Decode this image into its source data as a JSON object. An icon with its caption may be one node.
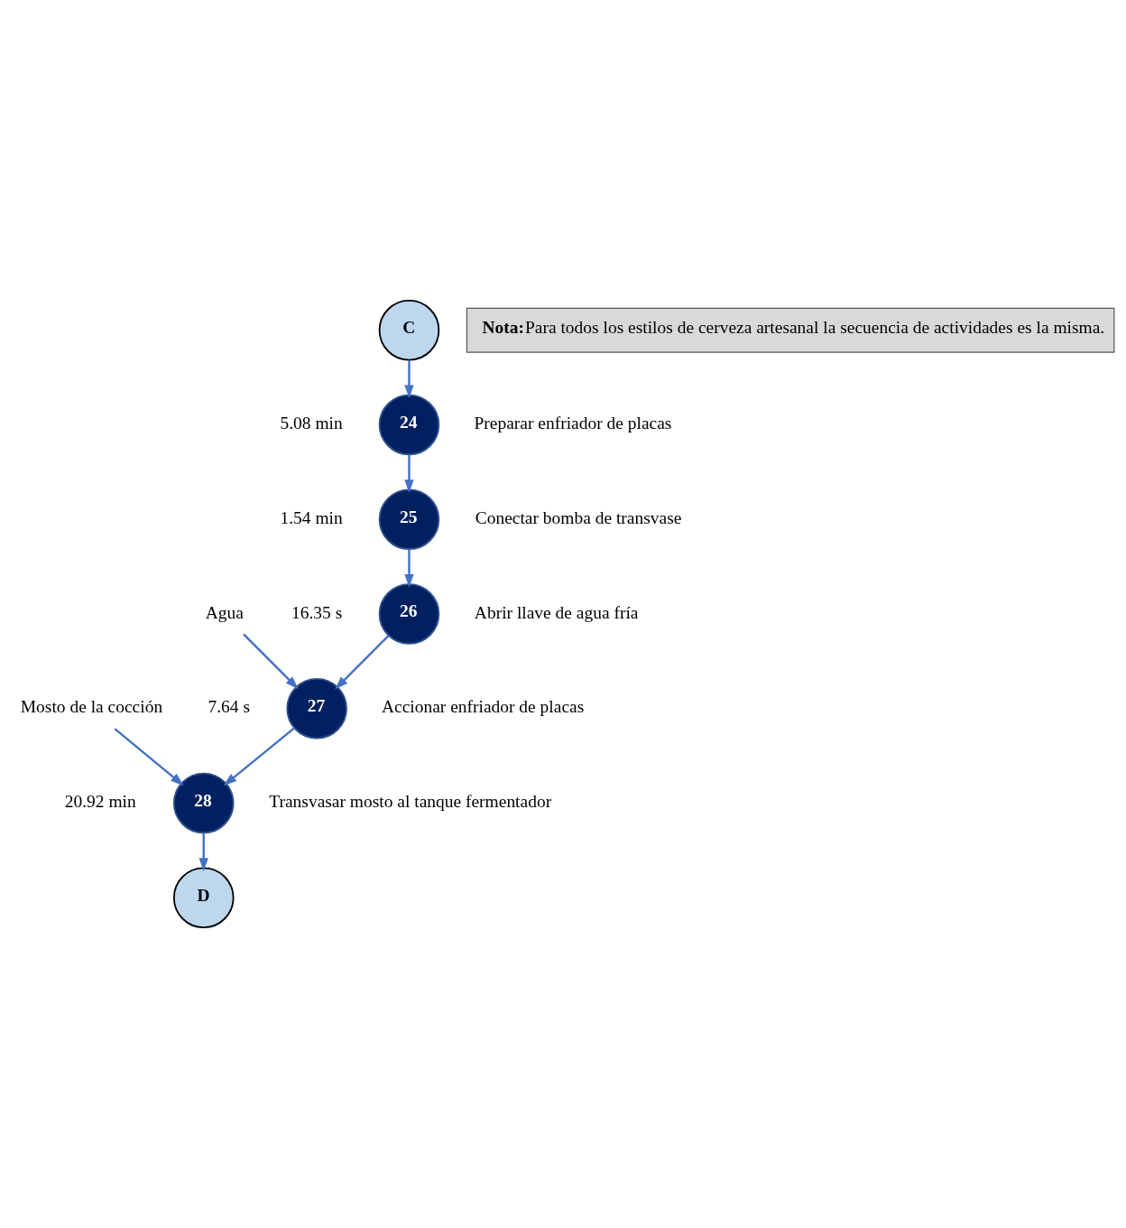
{
  "diagram": {
    "nodes": [
      {
        "text": [
          "C"
        ]
      },
      {
        "text": [
          "24"
        ],
        "beside": [
          "5.08 min",
          "Preparar enfriador de placas"
        ]
      },
      {
        "text": [
          "25"
        ],
        "beside": [
          "1.54 min",
          "Conectar bomba de transvase"
        ]
      },
      {
        "text": [
          "26"
        ],
        "beside": [
          "16.35 s",
          "Abrir llave de agua fría"
        ]
      },
      {
        "text": [
          "27"
        ],
        "beside": [
          "7.64 s",
          "Accionar enfriador de placas"
        ]
      },
      {
        "text": [
          "28"
        ],
        "beside": [
          "20.92 min",
          "Transvasar mosto al tanque fermentador"
        ]
      },
      {
        "text": [
          "D"
        ]
      },
      {
        "text": [
          "Mosto de la cocción"
        ]
      },
      {
        "text": [
          "Agua"
        ]
      },
      {
        "text": [
          "Nota:",
          "Para todos los estilos de cerveza artesanal la secuencia de actividades es la misma."
        ]
      }
    ],
    "edges": [
      {
        "from": 0,
        "to": 1,
        "arrow": "to"
      },
      {
        "from": 1,
        "to": 2,
        "arrow": "to"
      },
      {
        "from": 2,
        "to": 3,
        "arrow": "to"
      },
      {
        "from": 3,
        "to": 4,
        "arrow": "to"
      },
      {
        "from": 8,
        "to": 4,
        "arrow": "to"
      },
      {
        "from": 4,
        "to": 5,
        "arrow": "to"
      },
      {
        "from": 7,
        "to": 5,
        "arrow": "to"
      },
      {
        "from": 5,
        "to": 6,
        "arrow": "to"
      }
    ]
  }
}
